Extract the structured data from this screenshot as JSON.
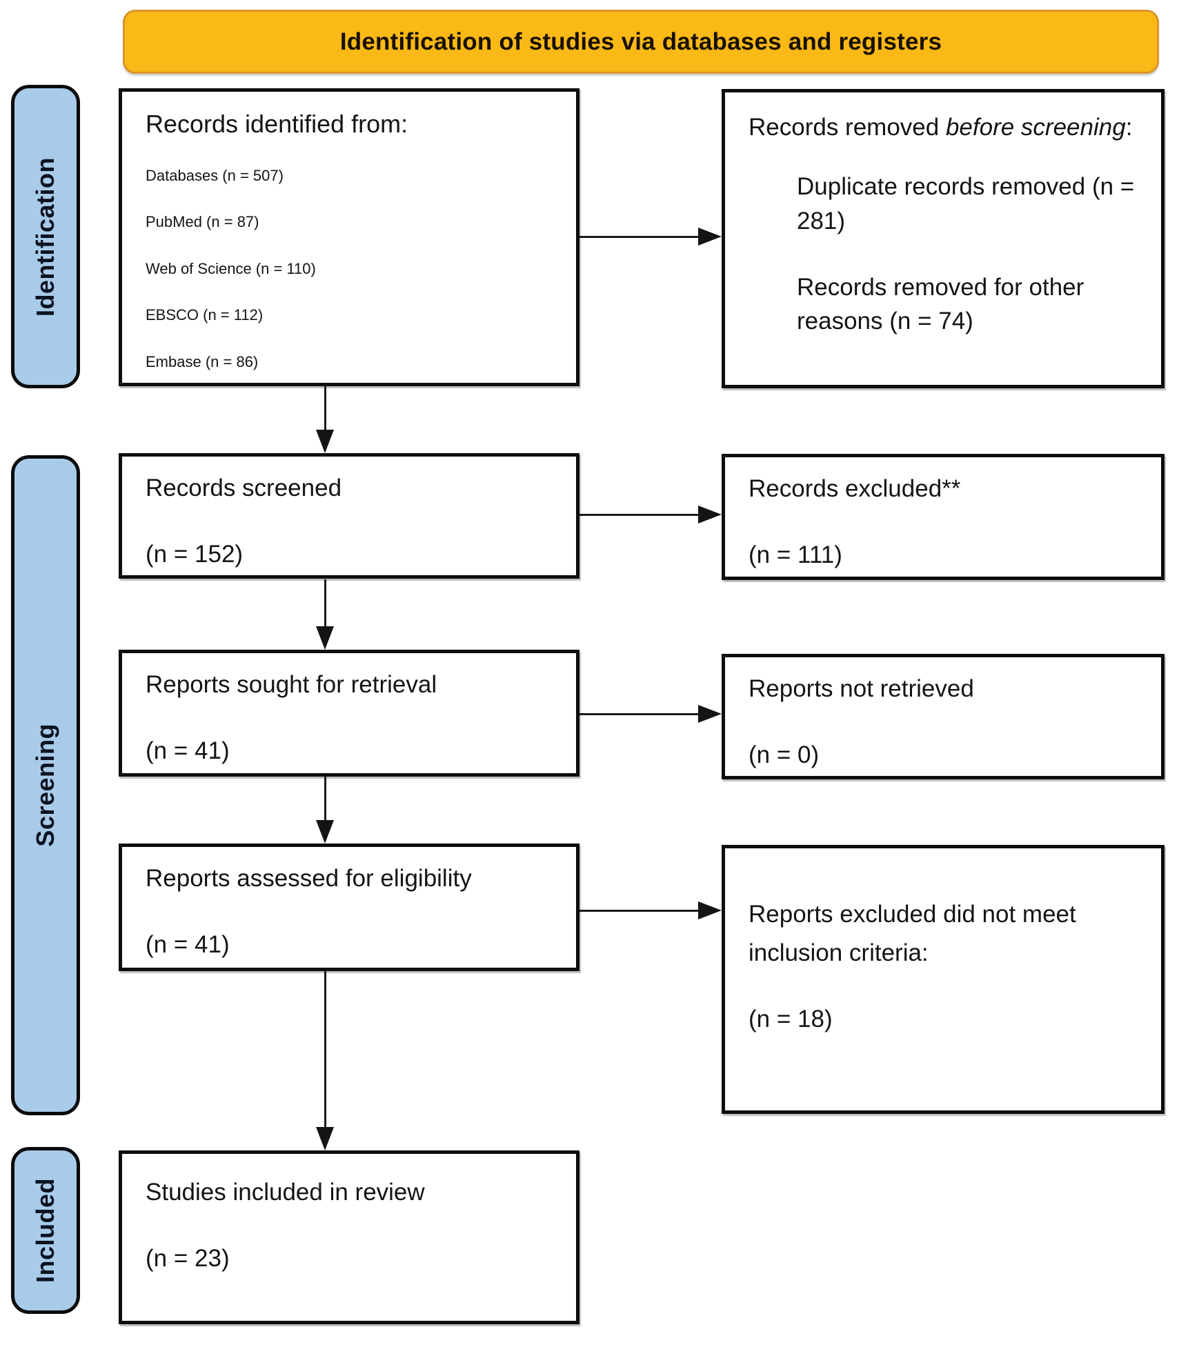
{
  "banner": {
    "title": "Identification of studies via databases and registers"
  },
  "stages": {
    "identification": "Identification",
    "screening": "Screening",
    "included": "Included"
  },
  "boxes": {
    "records_identified": {
      "heading": "Records identified from:",
      "sources": [
        "Databases (n = 507)",
        "PubMed (n = 87)",
        "Web of Science (n = 110)",
        "EBSCO (n = 112)",
        "Embase (n = 86)"
      ]
    },
    "records_removed": {
      "prefix": "Records removed ",
      "italic": "before screening",
      "suffix": ":",
      "reasons": [
        "Duplicate records removed (n = 281)",
        "Records removed for other reasons (n = 74)"
      ]
    },
    "records_screened": {
      "heading": "Records screened",
      "count": "(n = 152)"
    },
    "records_excluded": {
      "heading": "Records excluded**",
      "count": "(n = 111)"
    },
    "reports_sought": {
      "heading": "Reports sought for retrieval",
      "count": "(n = 41)"
    },
    "reports_not_retrieved": {
      "heading": "Reports not retrieved",
      "count": "(n = 0)"
    },
    "reports_assessed": {
      "heading": "Reports assessed for eligibility",
      "count": "(n = 41)"
    },
    "reports_excluded": {
      "heading": "Reports excluded did not meet inclusion criteria:",
      "count": "(n = 18)"
    },
    "studies_included": {
      "heading": "Studies included in review",
      "count": "(n = 23)"
    }
  },
  "colors": {
    "banner_fill": "#FBB917",
    "banner_border": "#D9952C",
    "stage_fill": "#A8CBE9",
    "box_border": "#0d0d0d",
    "arrow": "#1a1a1a"
  }
}
